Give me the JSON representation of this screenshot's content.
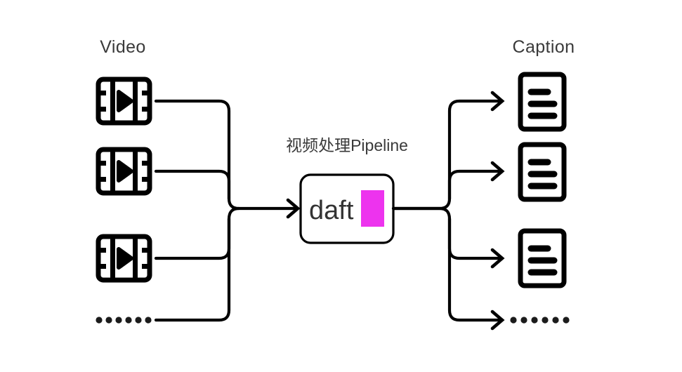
{
  "diagram": {
    "title": "Video processing pipeline diagram",
    "background_color": "#ffffff",
    "line_color": "#000000",
    "text_color": "#3a3a3a",
    "accent_color": "#ed33ee",
    "input_column": {
      "label": "Video",
      "icon": "film-play-icon",
      "item_count": 3,
      "ellipsis_dots": 6
    },
    "pipeline": {
      "label": "视频处理Pipeline",
      "box_text": "daft",
      "logo_color": "#ed33ee",
      "logo_name": "daft-logo-square"
    },
    "output_column": {
      "label": "Caption",
      "icon": "document-lines-icon",
      "item_count": 3,
      "ellipsis_dots": 6
    },
    "flow": {
      "input_merge": "many-to-one",
      "output_split": "one-to-many",
      "arrow_in": "arrow-right",
      "arrow_out": "arrow-right"
    }
  }
}
